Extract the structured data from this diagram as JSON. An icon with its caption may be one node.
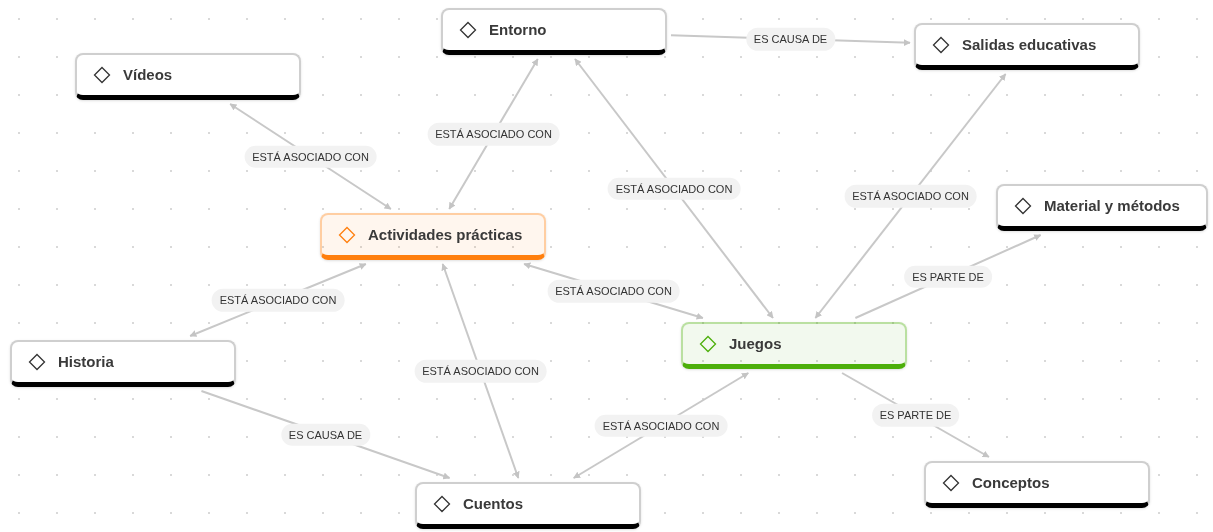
{
  "diagram": {
    "nodes": [
      {
        "text": [
          "Entorno"
        ]
      },
      {
        "text": [
          "Vídeos"
        ]
      },
      {
        "text": [
          "Salidas educativas"
        ]
      },
      {
        "text": [
          "Actividades prácticas"
        ]
      },
      {
        "text": [
          "Material y métodos"
        ]
      },
      {
        "text": [
          "Historia"
        ]
      },
      {
        "text": [
          "Juegos"
        ]
      },
      {
        "text": [
          "Cuentos"
        ]
      },
      {
        "text": [
          "Conceptos"
        ]
      }
    ],
    "edges": [
      {
        "from": 0,
        "to": 2,
        "arrow": "to",
        "label": "ES CAUSA DE"
      },
      {
        "from": 1,
        "to": 3,
        "arrow": "both",
        "label": "ESTÁ ASOCIADO CON"
      },
      {
        "from": 0,
        "to": 3,
        "arrow": "both",
        "label": "ESTÁ ASOCIADO CON"
      },
      {
        "from": 0,
        "to": 6,
        "arrow": "both",
        "label": "ESTÁ ASOCIADO CON"
      },
      {
        "from": 2,
        "to": 6,
        "arrow": "both",
        "label": "ESTÁ ASOCIADO CON"
      },
      {
        "from": 6,
        "to": 4,
        "arrow": "to",
        "label": "ES PARTE DE"
      },
      {
        "from": 3,
        "to": 6,
        "arrow": "both",
        "label": "ESTÁ ASOCIADO CON"
      },
      {
        "from": 3,
        "to": 5,
        "arrow": "both",
        "label": "ESTÁ ASOCIADO CON"
      },
      {
        "from": 3,
        "to": 7,
        "arrow": "both",
        "label": "ESTÁ ASOCIADO CON"
      },
      {
        "from": 5,
        "to": 7,
        "arrow": "to",
        "label": "ES CAUSA DE"
      },
      {
        "from": 6,
        "to": 7,
        "arrow": "both",
        "label": "ESTÁ ASOCIADO CON"
      },
      {
        "from": 6,
        "to": 8,
        "arrow": "to",
        "label": "ES PARTE DE"
      }
    ]
  }
}
